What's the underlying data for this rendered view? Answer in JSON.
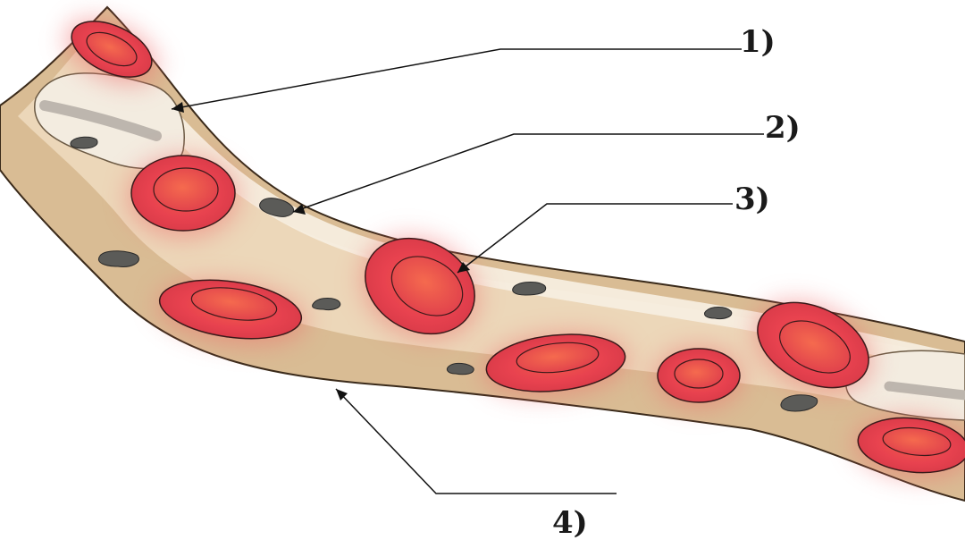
{
  "labels": [
    {
      "id": "1",
      "text": "1)"
    },
    {
      "id": "2",
      "text": "2)"
    },
    {
      "id": "3",
      "text": "3)"
    },
    {
      "id": "4",
      "text": "4)"
    }
  ]
}
